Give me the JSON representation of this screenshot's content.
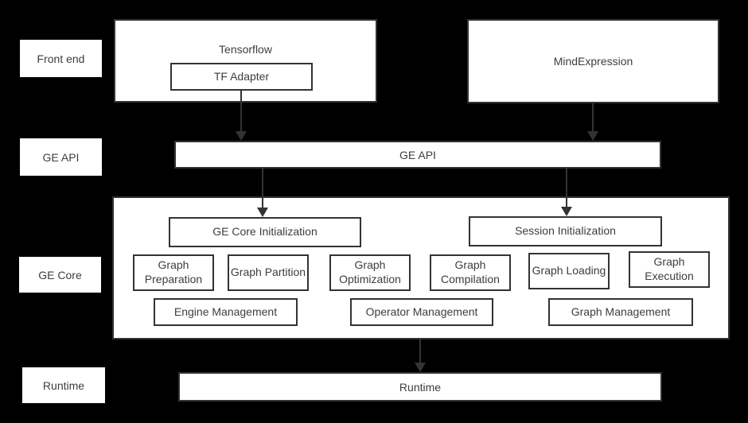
{
  "colors": {
    "background": "#000000",
    "box_fill": "#ffffff",
    "border": "#333333",
    "text": "#3d3d3d",
    "arrow": "#333333"
  },
  "rows": {
    "frontend": "Front end",
    "ge_api": "GE API",
    "ge_core": "GE Core",
    "runtime": "Runtime"
  },
  "frontend": {
    "tensorflow_label": "Tensorflow",
    "tf_adapter_label": "TF Adapter",
    "mindexpression_label": "MindExpression"
  },
  "ge_api": {
    "label": "GE API"
  },
  "ge_core": {
    "init_label": "GE Core Initialization",
    "session_label": "Session Initialization",
    "modules": [
      "Graph Preparation",
      "Graph Partition",
      "Graph Optimization",
      "Graph Compilation",
      "Graph Loading",
      "Graph Execution"
    ],
    "managers": [
      "Engine Management",
      "Operator Management",
      "Graph Management"
    ]
  },
  "runtime": {
    "label": "Runtime"
  }
}
